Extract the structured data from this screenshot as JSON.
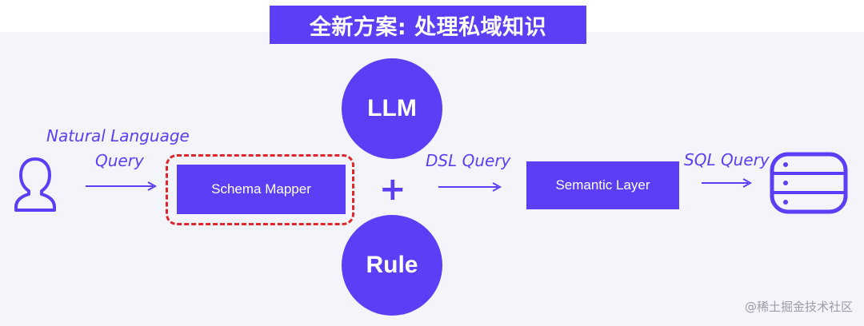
{
  "title": "全新方案: 处理私域知识",
  "labels": {
    "nl_line1": "Natural Language",
    "nl_line2": "Query",
    "dsl": "DSL Query",
    "sql": "SQL Query"
  },
  "boxes": {
    "schema_mapper": "Schema Mapper",
    "semantic_layer": "Semantic Layer"
  },
  "circles": {
    "llm": "LLM",
    "rule": "Rule"
  },
  "operator": "+",
  "icons": {
    "user": "user-icon",
    "database": "database-icon"
  },
  "colors": {
    "accent": "#5b3ef5",
    "highlight": "#e0262b",
    "panel": "#f4f5fb"
  },
  "watermark": "@稀土掘金技术社区"
}
